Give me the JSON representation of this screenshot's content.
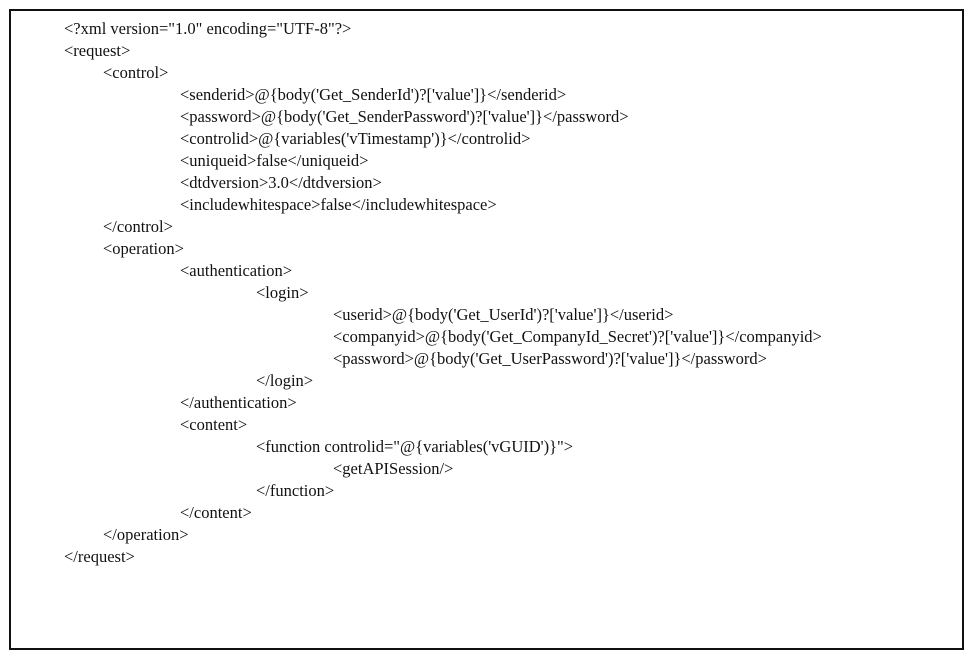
{
  "lines": [
    {
      "indent": 0,
      "text": "<?xml version=\"1.0\" encoding=\"UTF-8\"?>"
    },
    {
      "indent": 0,
      "text": "<request>"
    },
    {
      "indent": 1,
      "text": "<control>"
    },
    {
      "indent": 2,
      "text": "<senderid>@{body('Get_SenderId')?['value']}</senderid>"
    },
    {
      "indent": 2,
      "text": "<password>@{body('Get_SenderPassword')?['value']}</password>"
    },
    {
      "indent": 2,
      "text": "<controlid>@{variables('vTimestamp')}</controlid>"
    },
    {
      "indent": 2,
      "text": "<uniqueid>false</uniqueid>"
    },
    {
      "indent": 2,
      "text": "<dtdversion>3.0</dtdversion>"
    },
    {
      "indent": 2,
      "text": "<includewhitespace>false</includewhitespace>"
    },
    {
      "indent": 1,
      "text": "</control>"
    },
    {
      "indent": 1,
      "text": "<operation>"
    },
    {
      "indent": 2,
      "text": "<authentication>"
    },
    {
      "indent": 3,
      "text": "<login>"
    },
    {
      "indent": 4,
      "text": "<userid>@{body('Get_UserId')?['value']}</userid>"
    },
    {
      "indent": 4,
      "text": "<companyid>@{body('Get_CompanyId_Secret')?['value']}</companyid>"
    },
    {
      "indent": 4,
      "text": "<password>@{body('Get_UserPassword')?['value']}</password>"
    },
    {
      "indent": 3,
      "text": "</login>"
    },
    {
      "indent": 2,
      "text": "</authentication>"
    },
    {
      "indent": 2,
      "text": "<content>"
    },
    {
      "indent": 3,
      "text": "<function controlid=\"@{variables('vGUID')}\">"
    },
    {
      "indent": 4,
      "text": "<getAPISession/>"
    },
    {
      "indent": 3,
      "text": "</function>"
    },
    {
      "indent": 2,
      "text": "</content>"
    },
    {
      "indent": 1,
      "text": "</operation>"
    },
    {
      "indent": 0,
      "text": "</request>"
    }
  ]
}
